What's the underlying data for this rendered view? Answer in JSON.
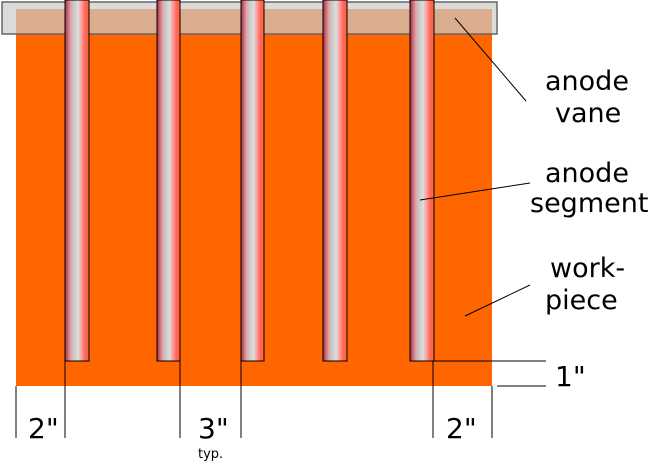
{
  "labels": {
    "anode_vane": [
      "anode",
      "vane"
    ],
    "anode_segment": [
      "anode",
      "segment"
    ],
    "workpiece": [
      "work-",
      "piece"
    ]
  },
  "dimensions": {
    "left_margin": "2\"",
    "spacing": "3\"",
    "spacing_note": "typ.",
    "right_margin": "2\"",
    "depth": "1\""
  },
  "colors": {
    "workpiece": "#ff6600",
    "vane": "#cccccc",
    "vane_border": "#666666"
  }
}
